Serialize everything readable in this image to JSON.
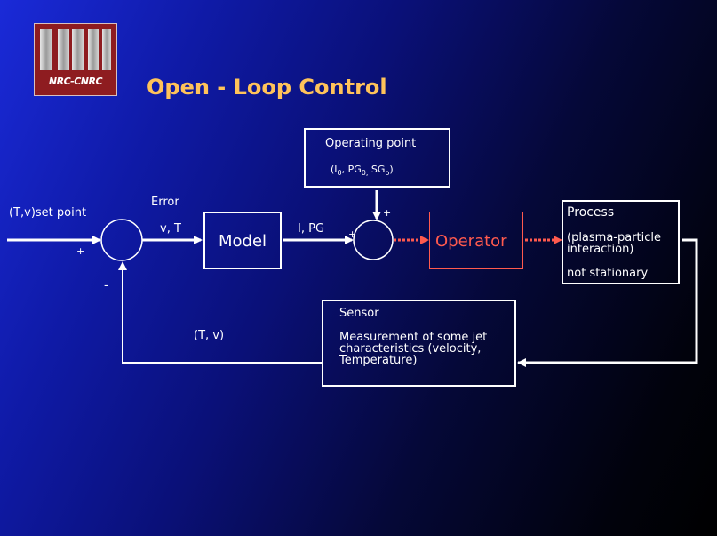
{
  "title": "Open - Loop Control",
  "logo": {
    "text": "NRC-CNRC"
  },
  "labels": {
    "set_point": "(T,v)set point",
    "plus_left": "+",
    "minus": "-",
    "error": "Error",
    "v_t": "v,   T",
    "model": "Model",
    "i_pg": "I,   PG",
    "plus_sum_left": "+",
    "plus_sum_top": "+",
    "operating_point": "Operating point",
    "op_paren_open": "(I",
    "op_sub_0": "0",
    "op_mid1": ", PG",
    "op_sub_0b": "0,",
    "op_mid2": " SG",
    "op_sub_0c": "o",
    "op_close": ")",
    "operator": "Operator",
    "process": "Process",
    "process_desc": "(plasma-particle interaction)",
    "not_stationary": "not stationary",
    "sensor": "Sensor",
    "sensor_desc": "Measurement of some jet characteristics (velocity, Temperature)",
    "feedback": "(T, v)"
  },
  "colors": {
    "title": "#ffc35a",
    "operator": "#ff5a4e",
    "line": "#ffffff"
  }
}
